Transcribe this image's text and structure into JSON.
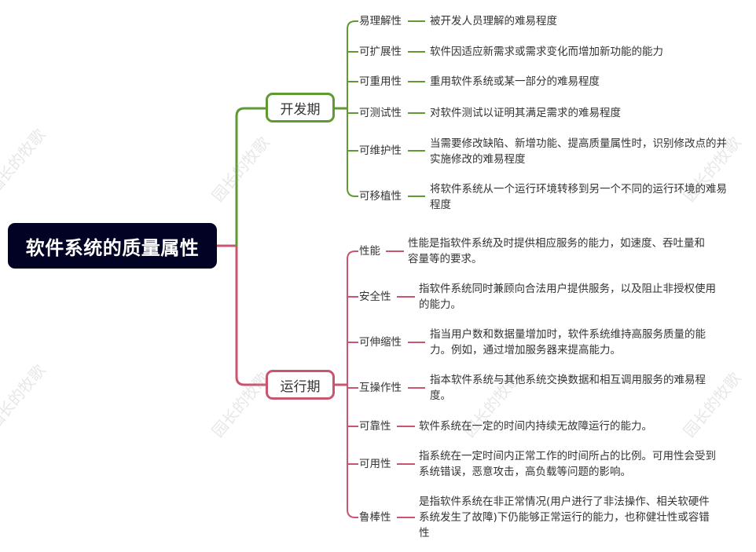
{
  "root": {
    "label": "软件系统的质量属性"
  },
  "branches": [
    {
      "label": "开发期",
      "color": "#5f9a32",
      "items": [
        {
          "label": "易理解性",
          "desc": "被开发人员理解的难易程度"
        },
        {
          "label": "可扩展性",
          "desc": "软件因适应新需求或需求变化而增加新功能的能力"
        },
        {
          "label": "可重用性",
          "desc": "重用软件系统或某一部分的难易程度"
        },
        {
          "label": "可测试性",
          "desc": "对软件测试以证明其满足需求的难易程度"
        },
        {
          "label": "可维护性",
          "desc": "当需要修改缺陷、新增功能、提高质量属性时，识别修改点的并实施修改的难易程度"
        },
        {
          "label": "可移植性",
          "desc": "将软件系统从一个运行环境转移到另一个不同的运行环境的难易程度"
        }
      ]
    },
    {
      "label": "运行期",
      "color": "#c9556f",
      "items": [
        {
          "label": "性能",
          "desc": "性能是指软件系统及时提供相应服务的能力，如速度、吞吐量和容量等的要求。"
        },
        {
          "label": "安全性",
          "desc": "指软件系统同时兼顾向合法用户提供服务，以及阻止非授权使用的能力。"
        },
        {
          "label": "可伸缩性",
          "desc": "指当用户数和数据量增加时，软件系统维持高服务质量的能力。例如，通过增加服务器来提高能力。"
        },
        {
          "label": "互操作性",
          "desc": "指本软件系统与其他系统交换数据和相互调用服务的难易程度。"
        },
        {
          "label": "可靠性",
          "desc": "软件系统在一定的时间内持续无故障运行的能力。"
        },
        {
          "label": "可用性",
          "desc": "指系统在一定时间内正常工作的时间所占的比例。可用性会受到系统错误，恶意攻击，高负载等问题的影响。"
        },
        {
          "label": "鲁棒性",
          "desc": "是指软件系统在非正常情况(用户进行了非法操作、相关软硬件系统发生了故障)下仍能够正常运行的能力，也称健壮性或容错性"
        }
      ]
    }
  ],
  "watermark": "园长的牧歌"
}
